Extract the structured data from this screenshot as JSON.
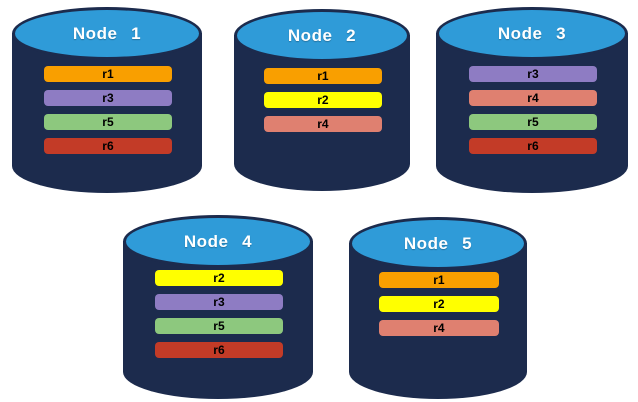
{
  "palette": {
    "cylinder_body": "#1C2B4D",
    "cylinder_top": "#2F9BD8",
    "node_title_color": "#FFFFFF",
    "bar_text_color": "#000000"
  },
  "replica_colors": {
    "r1": "#F99F00",
    "r2": "#FFFF00",
    "r3": "#8E7CC3",
    "r4": "#DF8070",
    "r5": "#8DC87E",
    "r6": "#C33B27"
  },
  "nodes": [
    {
      "title": "Node 1",
      "replicas": [
        "r1",
        "r3",
        "r5",
        "r6"
      ]
    },
    {
      "title": "Node 2",
      "replicas": [
        "r1",
        "r2",
        "r4"
      ]
    },
    {
      "title": "Node 3",
      "replicas": [
        "r3",
        "r4",
        "r5",
        "r6"
      ]
    },
    {
      "title": "Node 4",
      "replicas": [
        "r2",
        "r3",
        "r5",
        "r6"
      ]
    },
    {
      "title": "Node 5",
      "replicas": [
        "r1",
        "r2",
        "r4"
      ]
    }
  ]
}
